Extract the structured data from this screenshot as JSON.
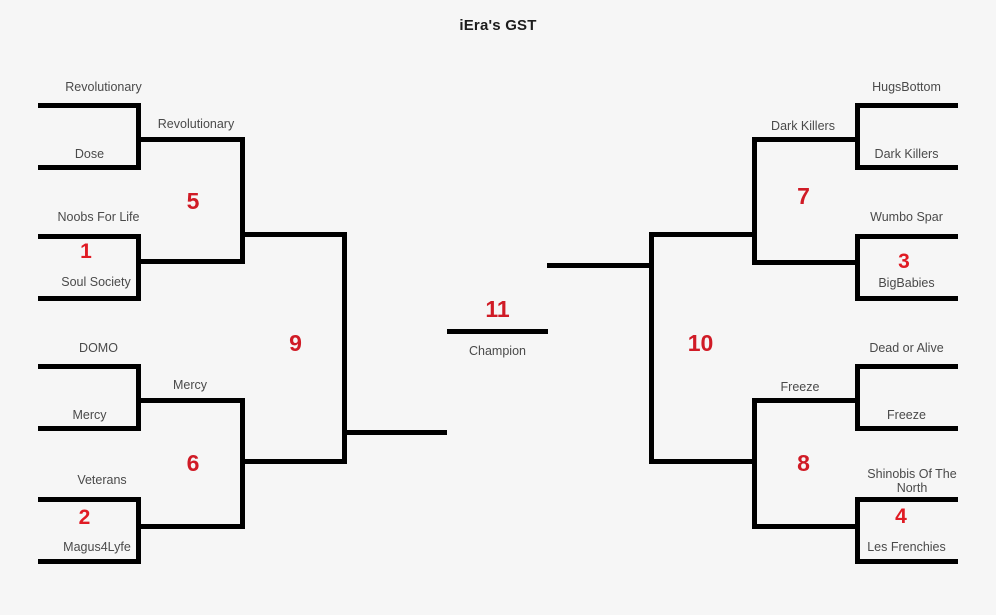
{
  "title": "iEra's GST",
  "colors": {
    "background": "#f6f6f6",
    "line": "#000000",
    "label_text": "#4a4a4a",
    "seed_red": "#e01b24",
    "match_red": "#d01b26",
    "title_text": "#1d1d1d"
  },
  "champion": {
    "match_number": "11",
    "label": "Champion"
  },
  "left_side": {
    "round1": [
      {
        "match_number": "",
        "top_team": "Revolutionary",
        "bottom_team": "Dose",
        "seed": ""
      },
      {
        "match_number": "1",
        "top_team": "Noobs For Life",
        "bottom_team": "Soul Society",
        "seed": "1"
      },
      {
        "match_number": "",
        "top_team": "DOMO",
        "bottom_team": "Mercy",
        "seed": ""
      },
      {
        "match_number": "2",
        "top_team": "Veterans",
        "bottom_team": "Magus4Lyfe",
        "seed": "2"
      }
    ],
    "round2": [
      {
        "match_number": "5",
        "winner": "Revolutionary"
      },
      {
        "match_number": "6",
        "winner": "Mercy"
      }
    ],
    "round3": [
      {
        "match_number": "9",
        "winner": ""
      }
    ]
  },
  "right_side": {
    "round1": [
      {
        "match_number": "",
        "top_team": "HugsBottom",
        "bottom_team": "Dark Killers",
        "seed": ""
      },
      {
        "match_number": "3",
        "top_team": "Wumbo Spar",
        "bottom_team": "BigBabies",
        "seed": "3"
      },
      {
        "match_number": "",
        "top_team": "Dead or Alive",
        "bottom_team": "Freeze",
        "seed": ""
      },
      {
        "match_number": "4",
        "top_team": "Shinobis Of The North",
        "bottom_team": "Les Frenchies",
        "seed": "4"
      }
    ],
    "round2": [
      {
        "match_number": "7",
        "winner": "Dark Killers"
      },
      {
        "match_number": "8",
        "winner": "Freeze"
      }
    ],
    "round3": [
      {
        "match_number": "10",
        "winner": ""
      }
    ]
  }
}
